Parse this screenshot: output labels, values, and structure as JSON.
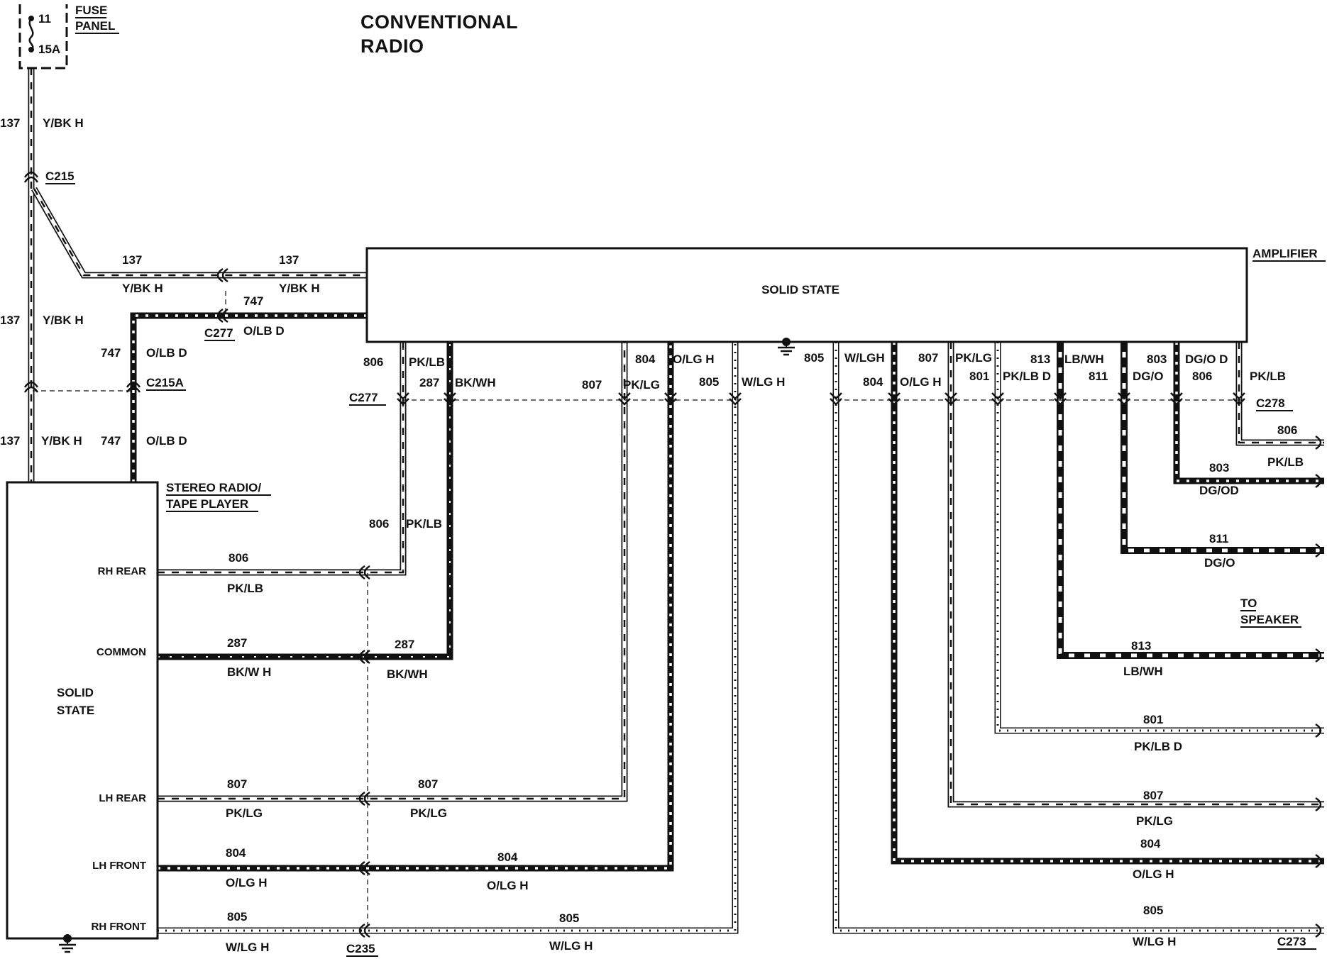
{
  "title": {
    "line1": "CONVENTIONAL",
    "line2": "RADIO"
  },
  "fuse": {
    "label_line1": "FUSE",
    "label_line2": "PANEL",
    "number": "11",
    "rating": "15A"
  },
  "radio": {
    "name_line1": "STEREO RADIO/",
    "name_line2": "TAPE PLAYER",
    "body_line1": "SOLID",
    "body_line2": "STATE"
  },
  "radio_pins": {
    "rh_rear": "RH REAR",
    "common": "COMMON",
    "lh_rear": "LH REAR",
    "lh_front": "LH FRONT",
    "rh_front": "RH FRONT"
  },
  "amplifier": {
    "name": "AMPLIFIER",
    "body": "SOLID STATE"
  },
  "to_speaker": {
    "line1": "TO",
    "line2": "SPEAKER"
  },
  "connectors": {
    "c215": "C215",
    "c215a": "C215A",
    "c277": "C277",
    "c235": "C235",
    "c278": "C278",
    "c273": "C273"
  },
  "wires": {
    "c137": "137",
    "yb": "Y/BK H",
    "c747": "747",
    "olbd": "O/LB D",
    "c806": "806",
    "pklb": "PK/LB",
    "c287": "287",
    "bkwh": "BK/WH",
    "bkw_h": "BK/W H",
    "c807": "807",
    "pklg": "PK/LG",
    "c804": "804",
    "olgh": "O/LG H",
    "c805": "805",
    "wlgh": "W/LG H",
    "wlgh2": "W/LGH",
    "c801": "801",
    "pklbd": "PK/LB D",
    "c813": "813",
    "lbwh": "LB/WH",
    "c811": "811",
    "dgo": "DG/O",
    "c803": "803",
    "dgod": "DG/O D",
    "dgod2": "DG/OD"
  },
  "colors": {
    "line": "#111111",
    "paper": "#ffffff"
  }
}
